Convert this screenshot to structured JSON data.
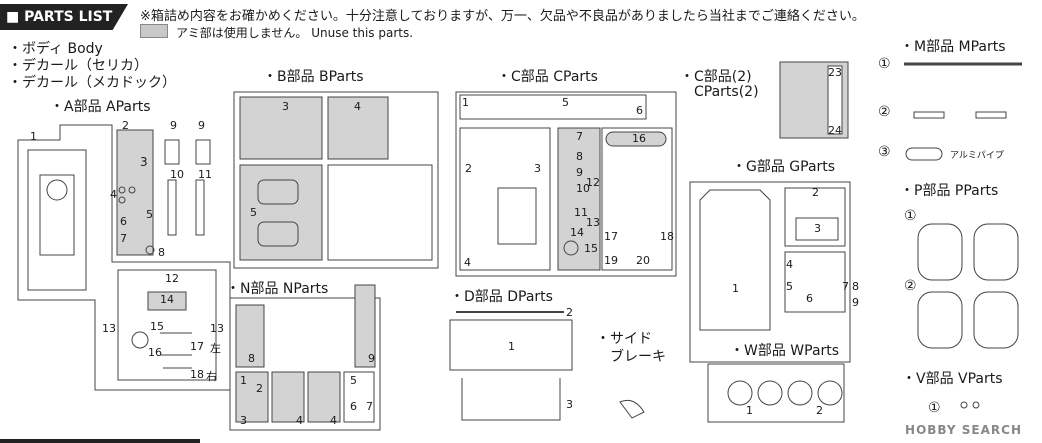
{
  "header": {
    "badge": "■ PARTS LIST",
    "notice": "※箱詰め内容をお確かめください。十分注意しておりますが、万一、欠品や不良品がありましたら当社までご連絡ください。",
    "unuse": "アミ部は使用しません。 Unuse this parts."
  },
  "list_items": {
    "body": "・ボディ Body",
    "decal1": "・デカール（セリカ）",
    "decal2": "・デカール（メカドック）"
  },
  "sections": {
    "a": "・A部品 AParts",
    "b": "・B部品 BParts",
    "c": "・C部品 CParts",
    "c2_line1": "・C部品(2)",
    "c2_line2": "CParts(2)",
    "m": "・M部品 MParts",
    "g": "・G部品 GParts",
    "p": "・P部品 PParts",
    "n": "・N部品 NParts",
    "d": "・D部品 DParts",
    "side_brake_1": "・サイド",
    "side_brake_2": "ブレーキ",
    "w": "・W部品 WParts",
    "v": "・V部品 VParts"
  },
  "m_parts": {
    "n1": "①",
    "n2": "②",
    "n3": "③",
    "pipe": "アルミパイプ"
  },
  "p_parts": {
    "n1": "①",
    "n2": "②"
  },
  "v_parts": {
    "n1": "①"
  },
  "a_nums": [
    "1",
    "2",
    "9",
    "9",
    "3",
    "4",
    "10",
    "11",
    "5",
    "6",
    "7",
    "8",
    "12",
    "14",
    "13",
    "15",
    "13",
    "16",
    "17",
    "左",
    "18",
    "右"
  ],
  "b_nums": [
    "3",
    "4",
    "5"
  ],
  "c_nums": [
    "1",
    "5",
    "6",
    "2",
    "3",
    "16",
    "7",
    "8",
    "9",
    "10",
    "12",
    "11",
    "13",
    "14",
    "15",
    "17",
    "18",
    "19",
    "20",
    "4"
  ],
  "c2_nums": [
    "23",
    "24"
  ],
  "g_nums": [
    "2",
    "3",
    "4",
    "5",
    "7",
    "8",
    "6",
    "9",
    "1"
  ],
  "n_nums": [
    "8",
    "9",
    "1",
    "2",
    "3",
    "4",
    "4",
    "5",
    "6",
    "7"
  ],
  "d_nums": [
    "2",
    "1",
    "3"
  ],
  "w_nums": [
    "1",
    "2"
  ],
  "watermark": "HOBBY SEARCH"
}
